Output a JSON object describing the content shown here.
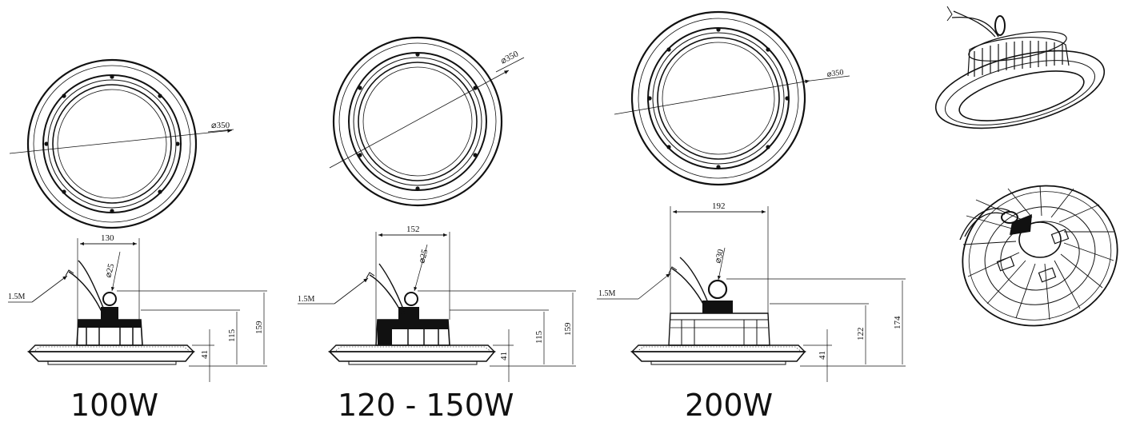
{
  "models": [
    {
      "caption": "100W",
      "top_view": {
        "diameter_label": "⌀350"
      },
      "side_view": {
        "cable_label": "1.5M",
        "width_label": "130",
        "hook_label": "⌀25",
        "base_height_label": "41",
        "body_height_label": "115",
        "total_height_label": "159"
      }
    },
    {
      "caption": "120 - 150W",
      "top_view": {
        "diameter_label": "⌀350"
      },
      "side_view": {
        "cable_label": "1.5M",
        "width_label": "152",
        "hook_label": "⌀25",
        "base_height_label": "41",
        "body_height_label": "115",
        "total_height_label": "159"
      }
    },
    {
      "caption": "200W",
      "top_view": {
        "diameter_label": "⌀350"
      },
      "side_view": {
        "cable_label": "1.5M",
        "width_label": "192",
        "hook_label": "⌀30",
        "base_height_label": "41",
        "body_height_label": "122",
        "total_height_label": "174"
      }
    }
  ]
}
